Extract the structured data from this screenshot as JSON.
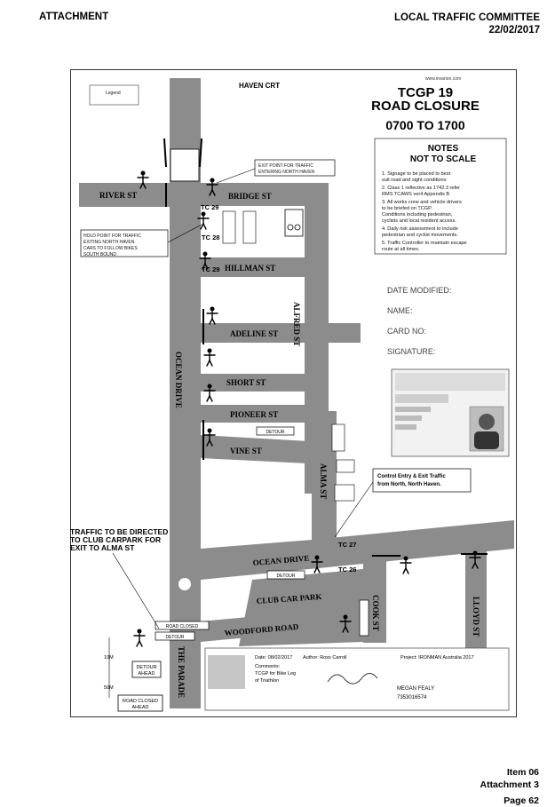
{
  "header": {
    "left": "ATTACHMENT",
    "committee": "LOCAL TRAFFIC COMMITTEE",
    "date": "22/02/2017"
  },
  "footer": {
    "item": "Item 06",
    "attachment": "Attachment 3",
    "page": "Page 62"
  },
  "map": {
    "legend": "Legend",
    "website": "www.invarion.com",
    "title_1": "TCGP 19",
    "title_2": "ROAD CLOSURE",
    "time": "0700 TO 1700",
    "notes": {
      "heading_1": "NOTES",
      "heading_2": "NOT TO SCALE",
      "lines": [
        "1. Signage to be placed to best",
        "   suit road and sight conditions",
        "2. Class 1 reflective as 1742.3 refer",
        "   RMS TCAWS ver4 Appendix B",
        "3. All works crew and vehicle drivers",
        "   to be briefed on TCGP.",
        "   Conditions including pedestrian,",
        "   cyclists and local resident access.",
        "4. Daily risk assessment to include",
        "   pedestrian and cyclist movements.",
        "5. Traffic Controller to maintain escape",
        "   route at all times."
      ]
    },
    "form": {
      "date_modified": "DATE MODIFIED:",
      "name": "NAME:",
      "card_no": "CARD NO:",
      "signature": "SIGNATURE:"
    },
    "streets": {
      "haven_crt": "HAVEN CRT",
      "river_st": "RIVER ST",
      "bridge_st": "BRIDGE ST",
      "hillman_st": "HILLMAN ST",
      "alfred_st": "ALFRED ST",
      "adeline_st": "ADELINE ST",
      "ocean_drive_v": "OCEAN DRIVE",
      "short_st": "SHORT ST",
      "pioneer_st": "PIONEER ST",
      "vine_st": "VINE ST",
      "alma_st": "ALMA ST",
      "ocean_drive_h": "OCEAN DRIVE",
      "club_car_park": "CLUB CAR PARK",
      "cook_st": "COOK ST",
      "lloyd_st": "LLOYD ST",
      "woodford_road": "WOODFORD ROAD",
      "the_parade": "THE PARADE"
    },
    "tc": {
      "tc29a": "TC 29",
      "tc28": "TC 28",
      "tc29b": "TC 29",
      "tc27": "TC 27",
      "tc26": "TC 26"
    },
    "callouts": {
      "exit_point_1": "EXIT POINT FOR TRAFFIC",
      "exit_point_2": "ENTERING NORTH HAVEN",
      "hold_1": "HOLD POINT FOR TRAFFIC",
      "hold_2": "EXITING NORTH HAVEN.",
      "hold_3": "CARS TO FOLLOW BIKES",
      "hold_4": "SOUTH BOUND",
      "control_1": "Control Entry & Exit Traffic",
      "control_2": "from North, North Haven.",
      "traffic_1": "TRAFFIC TO BE DIRECTED",
      "traffic_2": "TO CLUB CARPARK FOR",
      "traffic_3": "EXIT TO ALMA ST"
    },
    "signs": {
      "detour": "DETOUR",
      "road_closed": "ROAD CLOSED",
      "detour_ahead_1": "DETOUR",
      "detour_ahead_2": "AHEAD",
      "road_closed_ahead_1": "ROAD CLOSED",
      "road_closed_ahead_2": "AHEAD",
      "dim_1": "10M",
      "dim_2": "50M"
    },
    "card": {
      "name": "MEGAN FEALY",
      "number": "7353016574"
    },
    "infobar": {
      "date": "Date: 08/02/2017",
      "author": "Author: Ross Carroll",
      "project": "Project: IRONMAN Australia 2017",
      "comments_label": "Comments:",
      "comments_1": "TCGP for Bike Leg",
      "comments_2": "of Triathlon"
    }
  }
}
